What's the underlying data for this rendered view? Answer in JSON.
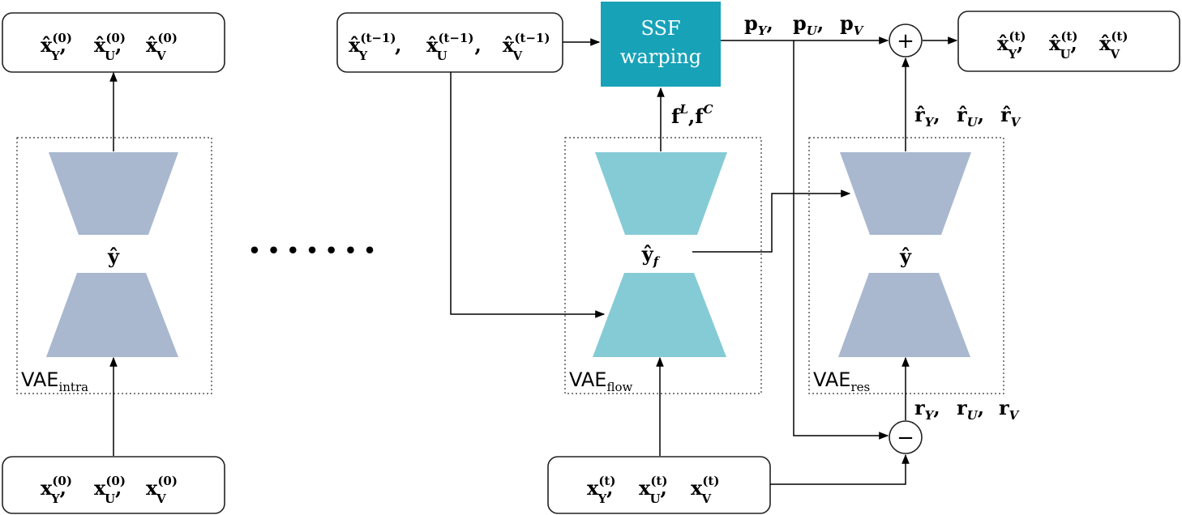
{
  "colors": {
    "encoder_gray": "#a9b8cf",
    "encoder_teal": "#85cbd6",
    "ssf_block": "#17a2b8",
    "ssf_text": "#ffffff"
  },
  "labels": {
    "x_hat_0_y": "x̂",
    "x_hat_0_u": "x̂",
    "x_hat_0_v": "x̂",
    "x_0_y": "x",
    "x_0_u": "x",
    "x_0_v": "x",
    "x_hat_prev_y": "x̂",
    "x_hat_prev_u": "x̂",
    "x_hat_prev_v": "x̂",
    "x_t_y": "x",
    "x_t_u": "x",
    "x_t_v": "x",
    "x_hat_t_y": "x̂",
    "x_hat_t_u": "x̂",
    "x_hat_t_v": "x̂",
    "sup_0": "(0)",
    "sup_tm1": "(t−1)",
    "sup_t": "(t)",
    "sub_y": "Y",
    "sub_u": "U",
    "sub_v": "V",
    "comma": ",",
    "y_hat": "ŷ",
    "y_hat_f": "ŷ",
    "sub_f": "f",
    "f_l": "f",
    "f_c": "f",
    "sup_l": "L",
    "sup_c": "C",
    "p_y": "p",
    "p_u": "p",
    "p_v": "p",
    "r_hat_y": "r̂",
    "r_hat_u": "r̂",
    "r_hat_v": "r̂",
    "r_y": "r",
    "r_u": "r",
    "r_v": "r",
    "ellipsis": "• • • • • • •",
    "plus": "+",
    "minus": "−"
  },
  "ssf": {
    "line1": "SSF",
    "line2": "warping"
  },
  "vae": {
    "intra": {
      "name": "VAE",
      "sub": "intra"
    },
    "flow": {
      "name": "VAE",
      "sub": "flow"
    },
    "res": {
      "name": "VAE",
      "sub": "res"
    }
  }
}
